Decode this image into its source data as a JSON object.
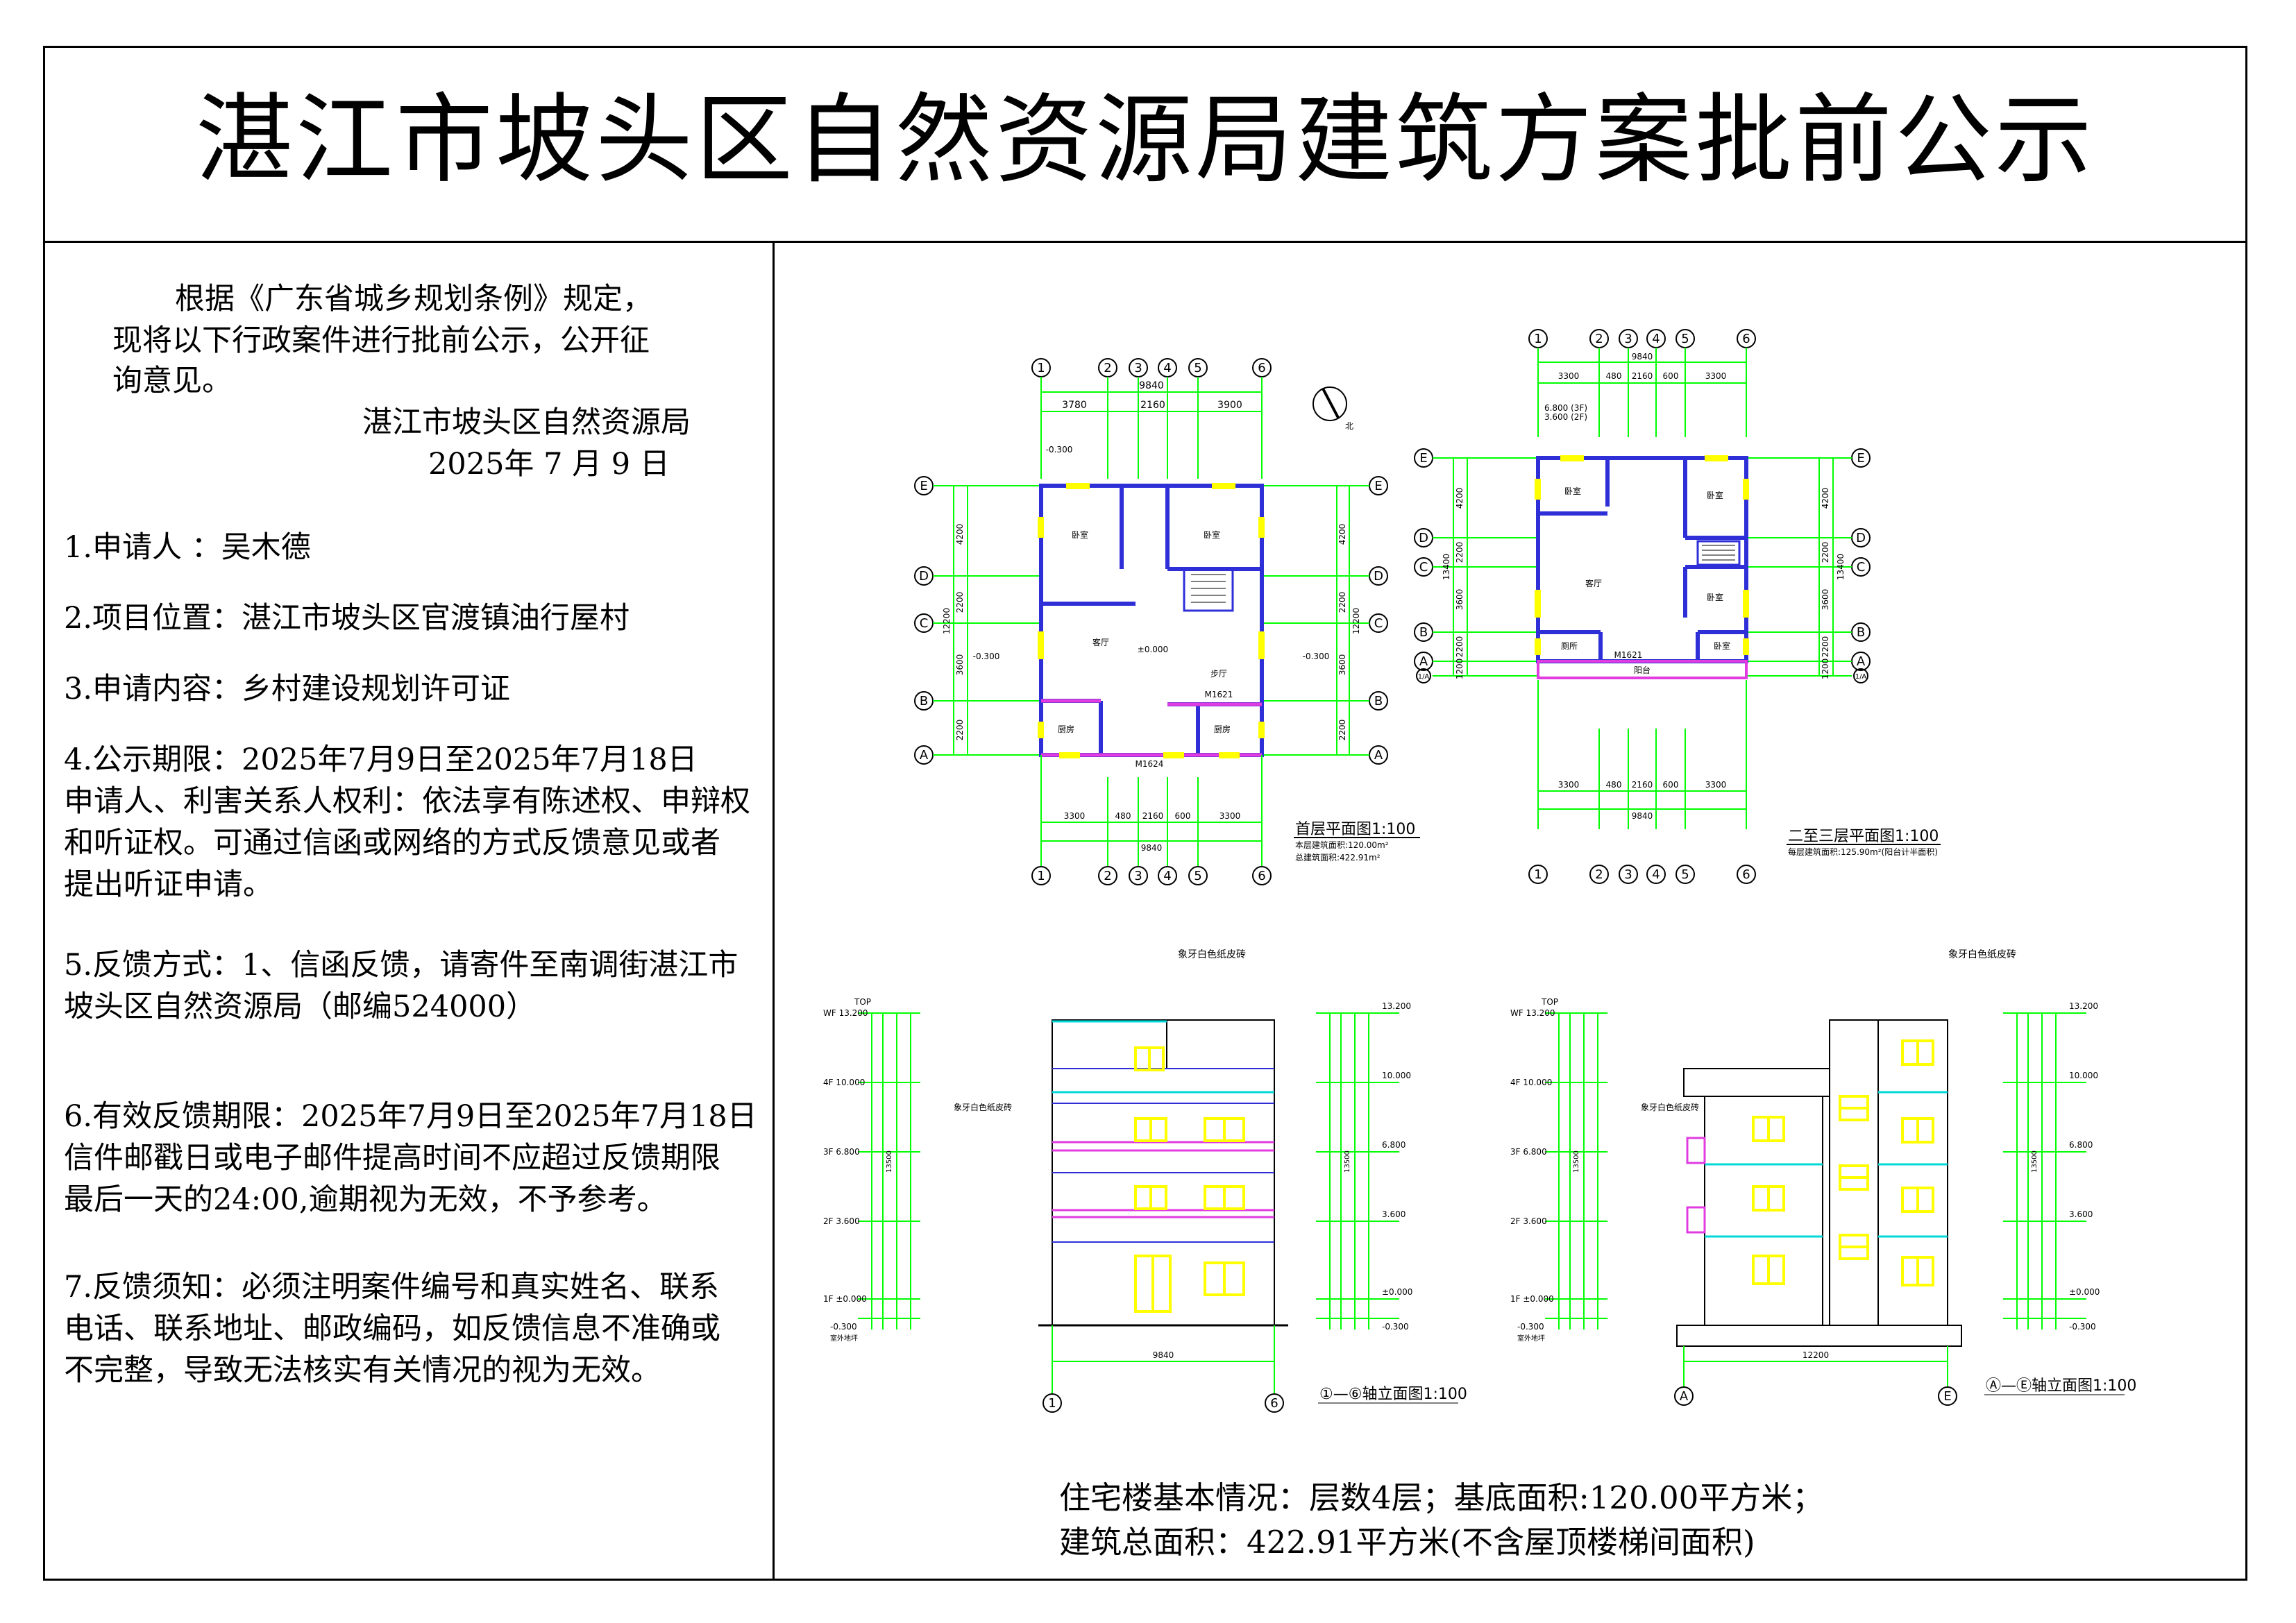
{
  "title": "湛江市坡头区自然资源局建筑方案批前公示",
  "intro": {
    "line1": "根据《广东省城乡规划条例》规定，",
    "line2": "现将以下行政案件进行批前公示，公开征",
    "line3": "询意见。",
    "org": "湛江市坡头区自然资源局",
    "date": "2025年 7 月 9 日"
  },
  "items": {
    "applicant": "1.申请人  ：吴木德",
    "location": "2.项目位置：湛江市坡头区官渡镇油行屋村",
    "content": "3.申请内容：乡村建设规划许可证",
    "period": "4.公示期限：2025年7月9日至2025年7月18日",
    "rights1": "申请人、利害关系人权利：依法享有陈述权、申辩权",
    "rights2": "和听证权。可通过信函或网络的方式反馈意见或者",
    "rights3": "提出听证申请。",
    "feedback1": "5.反馈方式：1、信函反馈，请寄件至南调街湛江市",
    "feedback2": "坡头区自然资源局（邮编524000）",
    "valid1": "6.有效反馈期限：2025年7月9日至2025年7月18日",
    "valid2": "信件邮戳日或电子邮件提高时间不应超过反馈期限",
    "valid3": "最后一天的24:00,逾期视为无效，不予参考。",
    "notice1": "7.反馈须知：必须注明案件编号和真实姓名、联系",
    "notice2": "电话、联系地址、邮政编码，如反馈信息不准确或",
    "notice3": "不完整，导致无法核实有关情况的视为无效。"
  },
  "drawings": {
    "plan1": {
      "caption": "首层平面图1:100",
      "area1": "本层建筑面积:120.00m²",
      "area2": "总建筑面积:422.91m²",
      "top_total": "9840",
      "top_dims": [
        "3780",
        "2160",
        "3900"
      ],
      "bottom_dims": [
        "3300",
        "480",
        "2160",
        "600",
        "3300"
      ],
      "bottom_total": "9840",
      "side_dims": [
        "4200",
        "2200",
        "3600",
        "2200"
      ],
      "side_total": "12200",
      "axes_x": [
        "1",
        "2",
        "3",
        "4",
        "5",
        "6"
      ],
      "axes_y": [
        "E",
        "D",
        "C",
        "B",
        "A"
      ],
      "rooms": [
        "卧室",
        "卧室",
        "客厅",
        "厨房",
        "厨房",
        "步厅"
      ],
      "elev_labels": [
        "-0.300",
        "-0.300",
        "-0.300",
        "±0.000"
      ],
      "doors": [
        "M1621",
        "M1624"
      ],
      "north": "北"
    },
    "plan2": {
      "caption": "二至三层平面图1:100",
      "area1": "每层建筑面积:125.90m²(阳台计半面积)",
      "top_total": "9840",
      "top_dims": [
        "3300",
        "480",
        "2160",
        "600",
        "3300"
      ],
      "bottom_dims": [
        "3300",
        "480",
        "2160",
        "600",
        "3300"
      ],
      "bottom_total": "9840",
      "side_dims": [
        "4200",
        "2200",
        "3600",
        "2200",
        "1200"
      ],
      "side_total": "13400",
      "levels": [
        "6.800 (3F)",
        "3.600 (2F)"
      ],
      "rooms": [
        "卧室",
        "卧室",
        "客厅",
        "卧室",
        "厕所",
        "卧室",
        "阳台"
      ],
      "door": "M1621",
      "axes_y": [
        "E",
        "D",
        "C",
        "B",
        "A",
        "1/A"
      ]
    },
    "elev1": {
      "caption": "①—⑥轴立面图1:100",
      "material": "象牙白色纸皮砖",
      "material2": "象牙白色纸皮砖",
      "width": "9840",
      "axes": [
        "1",
        "6"
      ],
      "levels_left": [
        "TOP",
        "WF 13.200",
        "4F 10.000",
        "3F 6.800",
        "2F 3.600",
        "1F ±0.000",
        "-0.300"
      ],
      "levels_right": [
        "13.200",
        "10.000",
        "6.800",
        "3.600",
        "±0.000",
        "-0.300"
      ],
      "ground": "室外地坪",
      "total_h": "13500"
    },
    "elev2": {
      "caption": "Ⓐ—Ⓔ轴立面图1:100",
      "material": "象牙白色纸皮砖",
      "material2": "象牙白色纸皮砖",
      "width": "12200",
      "axes": [
        "A",
        "E"
      ],
      "levels_left": [
        "TOP",
        "WF 13.200",
        "4F 10.000",
        "3F 6.800",
        "2F 3.600",
        "1F ±0.000",
        "-0.300"
      ],
      "levels_right": [
        "13.200",
        "10.000",
        "6.800",
        "3.600",
        "±0.000",
        "-0.300"
      ],
      "ground": "室外地坪",
      "total_h": "13500"
    }
  },
  "summary": {
    "line1": "住宅楼基本情况：层数4层；基底面积:120.00平方米；",
    "line2": "建筑总面积：422.91平方米(不含屋顶楼梯间面积)"
  },
  "colors": {
    "dim_green": "#00ff00",
    "wall_blue": "#2f2fd8",
    "wall_magenta": "#e03ce0",
    "window_yellow": "#ffff00",
    "cyan": "#00d8d8"
  }
}
